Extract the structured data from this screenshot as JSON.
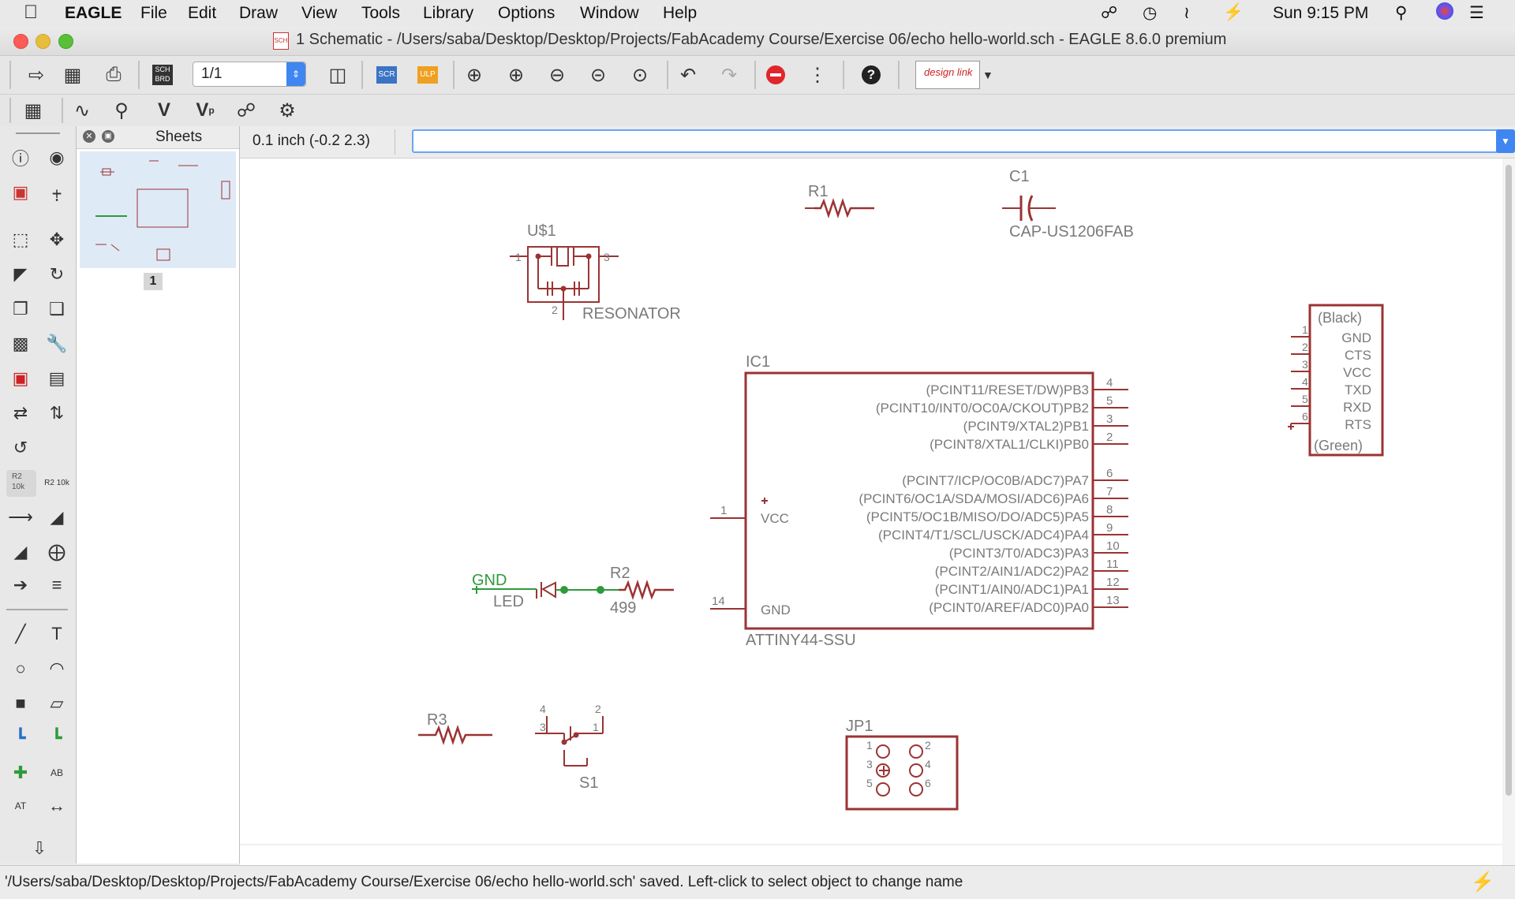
{
  "menubar": {
    "apple": "",
    "app": "EAGLE",
    "items": [
      "File",
      "Edit",
      "Draw",
      "View",
      "Tools",
      "Library",
      "Options",
      "Window",
      "Help"
    ],
    "clock": "Sun 9:15 PM"
  },
  "window": {
    "title": "1 Schematic - /Users/saba/Desktop/Desktop/Projects/FabAcademy Course/Exercise 06/echo hello-world.sch - EAGLE 8.6.0 premium",
    "traffic": {
      "close": "#fc5b57",
      "min": "#e5bf3c",
      "max": "#57c038"
    }
  },
  "toolbar": {
    "sheet_select": "1/1",
    "sch_brd": "SCH BRD",
    "scr": "SCR",
    "ulp": "ULP",
    "designlink": "design link"
  },
  "panel": {
    "title": "Sheets",
    "sheet_number": "1"
  },
  "coord": {
    "readout": "0.1 inch (-0.2 2.3)",
    "command_value": ""
  },
  "status": {
    "message": "'/Users/saba/Desktop/Desktop/Projects/FabAcademy Course/Exercise 06/echo hello-world.sch' saved. Left-click to select object to change name"
  },
  "schematic": {
    "colors": {
      "symbol": "#9b3333",
      "net": "#2f9a3a",
      "text": "#7a7a7a"
    },
    "r1": "R1",
    "c1": "C1",
    "c1_value": "CAP-US1206FAB",
    "us1": "U$1",
    "us1_value": "RESONATOR",
    "us1_pins": [
      "1",
      "3",
      "2"
    ],
    "ic1": "IC1",
    "ic1_value": "ATTINY44-SSU",
    "ic1_right_pins": [
      {
        "label": "(PCINT11/RESET/DW)PB3",
        "num": "4"
      },
      {
        "label": "(PCINT10/INT0/OC0A/CKOUT)PB2",
        "num": "5"
      },
      {
        "label": "(PCINT9/XTAL2)PB1",
        "num": "3"
      },
      {
        "label": "(PCINT8/XTAL1/CLKI)PB0",
        "num": "2"
      },
      {
        "label": "(PCINT7/ICP/OC0B/ADC7)PA7",
        "num": "6"
      },
      {
        "label": "(PCINT6/OC1A/SDA/MOSI/ADC6)PA6",
        "num": "7"
      },
      {
        "label": "(PCINT5/OC1B/MISO/DO/ADC5)PA5",
        "num": "8"
      },
      {
        "label": "(PCINT4/T1/SCL/USCK/ADC4)PA4",
        "num": "9"
      },
      {
        "label": "(PCINT3/T0/ADC3)PA3",
        "num": "10"
      },
      {
        "label": "(PCINT2/AIN1/ADC2)PA2",
        "num": "11"
      },
      {
        "label": "(PCINT1/AIN0/ADC1)PA1",
        "num": "12"
      },
      {
        "label": "(PCINT0/AREF/ADC0)PA0",
        "num": "13"
      }
    ],
    "ic1_left_pins": [
      {
        "label": "VCC",
        "num": "1"
      },
      {
        "label": "GND",
        "num": "14"
      }
    ],
    "ftdi": {
      "top": "(Black)",
      "bottom": "(Green)",
      "pins": [
        {
          "num": "1",
          "label": "GND"
        },
        {
          "num": "2",
          "label": "CTS"
        },
        {
          "num": "3",
          "label": "VCC"
        },
        {
          "num": "4",
          "label": "TXD"
        },
        {
          "num": "5",
          "label": "RXD"
        },
        {
          "num": "6",
          "label": "RTS"
        }
      ]
    },
    "gnd": "GND",
    "led": "LED",
    "r2": "R2",
    "r2_value": "499",
    "r3": "R3",
    "s1": "S1",
    "s1_pins": [
      "4",
      "2",
      "3",
      "1"
    ],
    "jp1": "JP1",
    "jp1_pins": [
      "1",
      "2",
      "3",
      "4",
      "5",
      "6"
    ]
  }
}
